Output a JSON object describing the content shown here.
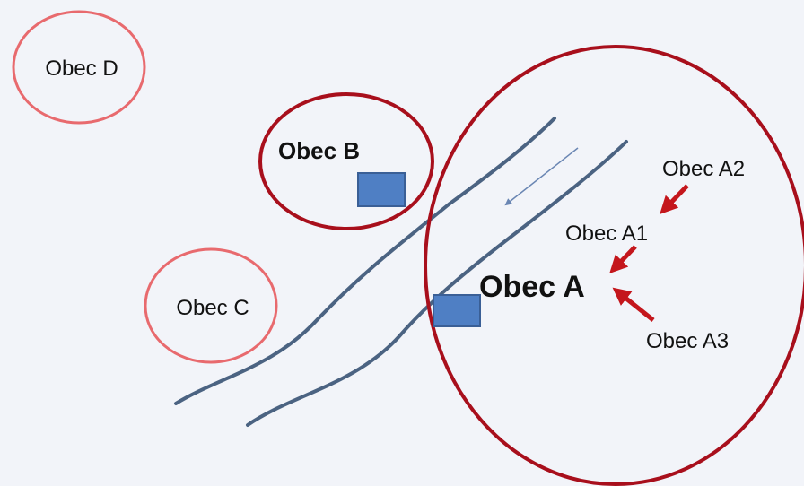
{
  "diagram": {
    "villages": {
      "a": "Obec A",
      "a1": "Obec A1",
      "a2": "Obec A2",
      "a3": "Obec A3",
      "b": "Obec B",
      "c": "Obec C",
      "d": "Obec D"
    },
    "colors": {
      "background": "#f2f4f9",
      "dark_red_circle": "#a80f1c",
      "light_red_circle": "#e86a6e",
      "river": "#4b6382",
      "building": "#4f7fc4",
      "arrow": "#c4161c"
    }
  }
}
